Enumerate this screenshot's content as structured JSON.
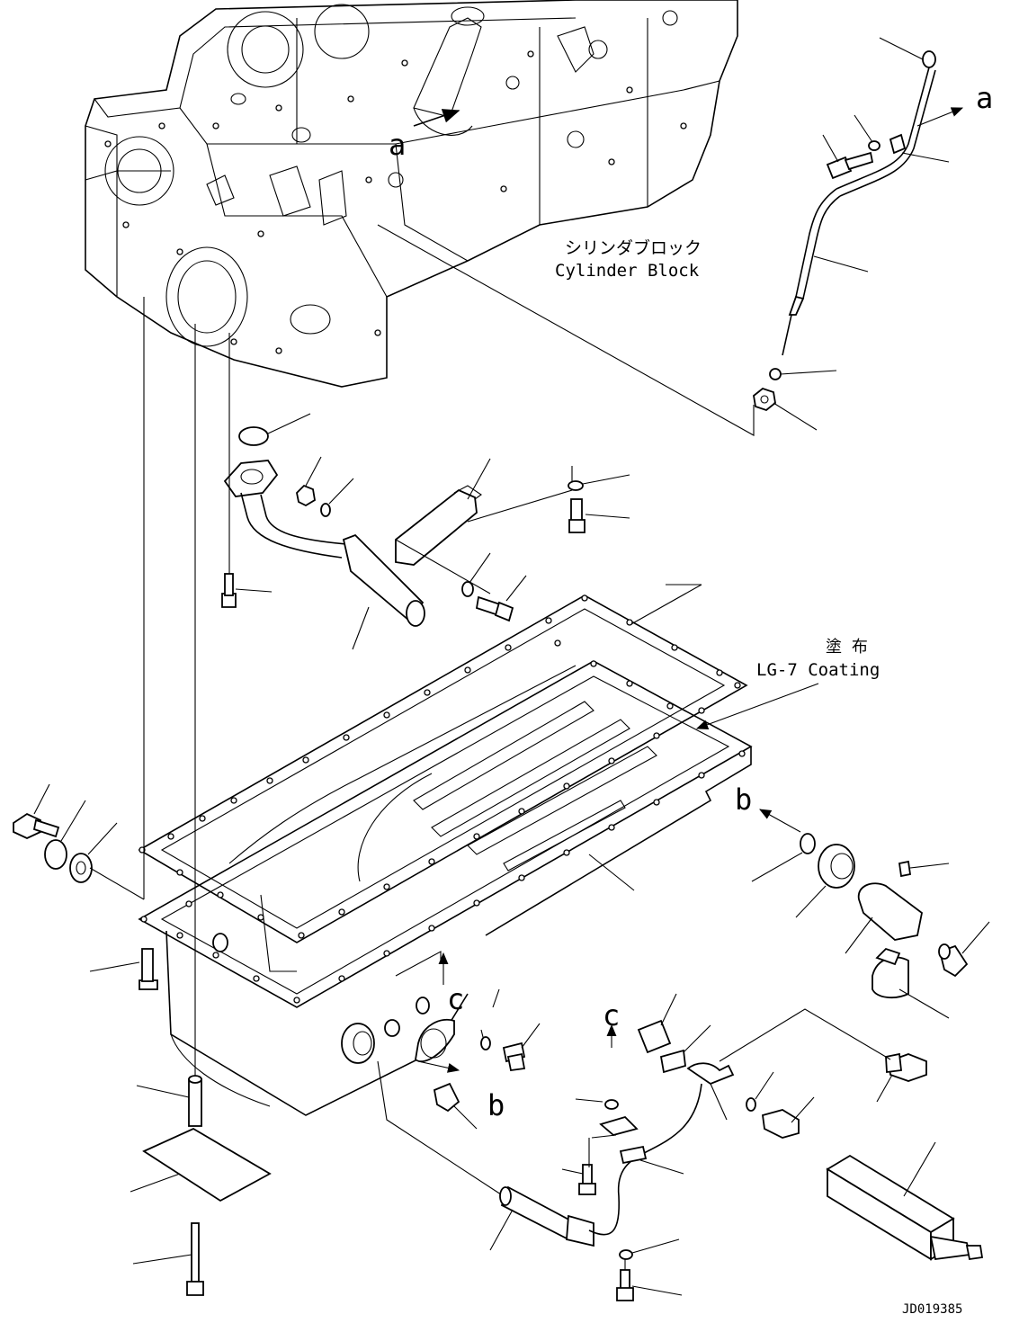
{
  "labels": {
    "cylinder_block_jp": "シリンダブロック",
    "cylinder_block_en": "Cylinder Block",
    "coating_jp": "塗 布",
    "coating_en": "LG-7 Coating",
    "doc_id": "JD019385"
  },
  "callouts": {
    "a_upper": "a",
    "a_block": "a",
    "b_right": "b",
    "b_lower": "b",
    "c_pan": "c",
    "c_lower": "c"
  },
  "colors": {
    "ink": "#000000",
    "paper": "#ffffff"
  }
}
